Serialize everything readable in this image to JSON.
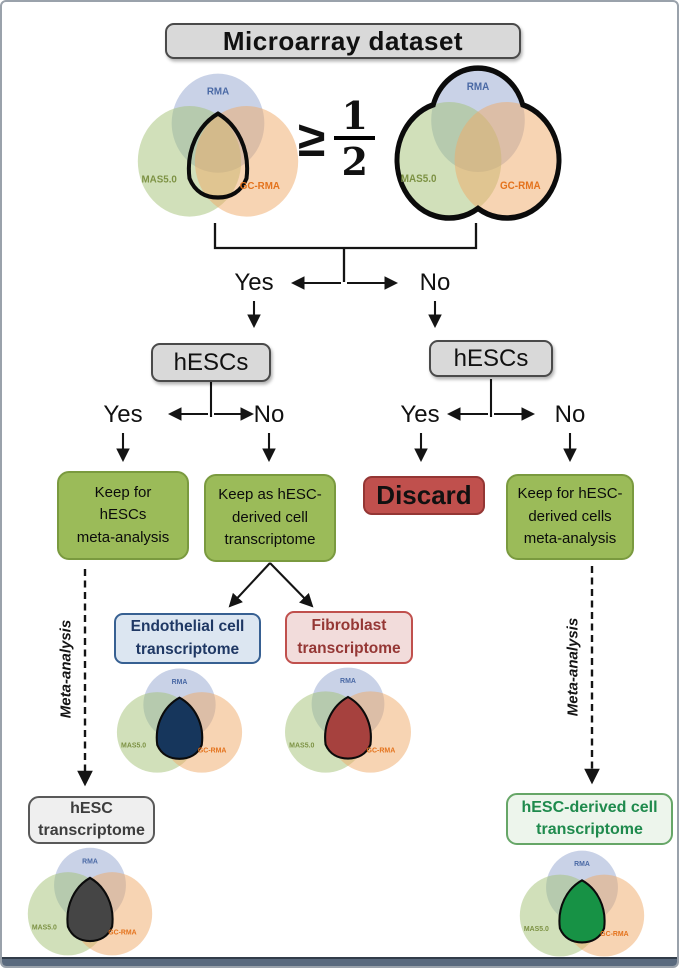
{
  "title": "Microarray dataset",
  "threshold": {
    "operator": "≥",
    "numerator": "1",
    "denominator": "2"
  },
  "branches": {
    "yes": "Yes",
    "no": "No"
  },
  "hescs_label": "hESCs",
  "outcomes": {
    "keep_hescs": "Keep for\nhESCs\nmeta-analysis",
    "keep_as_hesc_derived": "Keep as hESC-\nderived cell\ntranscriptome",
    "discard": "Discard",
    "keep_for_hesc_derived": "Keep for hESC-\nderived cells\nmeta-analysis"
  },
  "meta_analysis": "Meta-analysis",
  "transcriptome_boxes": {
    "endothelial": "Endothelial cell\ntranscriptome",
    "fibroblast": "Fibroblast\ntranscriptome",
    "hesc": "hESC\ntranscriptome",
    "hesc_derived": "hESC-derived cell\ntranscriptome"
  },
  "colors": {
    "keep_box_green": "#9BBB59",
    "keep_box_border": "#7A9A3F",
    "discard_red": "#C0504D",
    "discard_border": "#943634",
    "gray_box": "#D9D9D9",
    "endothelial_fill": "#DCE6F1",
    "endothelial_text": "#1F3864",
    "fibroblast_fill": "#F2DCDB",
    "fibroblast_text": "#953735",
    "hesc_derived_fill": "#EDF5EC",
    "hesc_derived_text": "#1F8A4D"
  },
  "venn": {
    "labels": {
      "rma": "RMA",
      "mas5": "MAS5.0",
      "gcrma": "GC-RMA"
    },
    "label_colors": {
      "rma": "#4A69A5",
      "mas5": "#7D9244",
      "gcrma": "#E4731D"
    },
    "circle_colors": {
      "rma": "#93A5CF",
      "mas5": "#A3C276",
      "gcrma": "#EFA968"
    },
    "instances": {
      "selection": {
        "outline": "center",
        "center_fill": "none",
        "outline_width": 4.5,
        "label_size": 11
      },
      "union": {
        "outline": "union",
        "center_fill": "none",
        "outline_width": 5.5,
        "label_size": 11
      },
      "endothelial": {
        "outline": "center",
        "center_fill": "#16365C",
        "outline_width": 3,
        "label_size": 10
      },
      "fibroblast": {
        "outline": "center",
        "center_fill": "#A6413E",
        "outline_width": 3,
        "label_size": 10
      },
      "hesc": {
        "outline": "center",
        "center_fill": "#454545",
        "outline_width": 3,
        "label_size": 10
      },
      "hesc_derived": {
        "outline": "center",
        "center_fill": "#179245",
        "outline_width": 3,
        "label_size": 10
      }
    }
  }
}
